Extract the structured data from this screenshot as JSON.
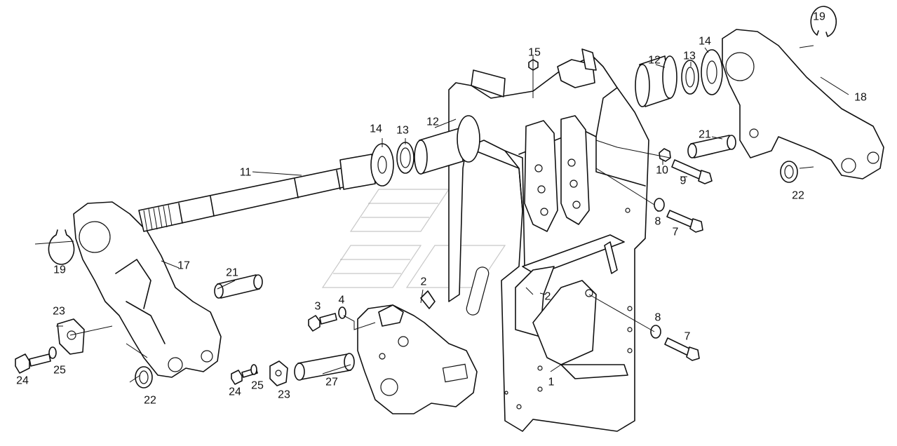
{
  "callouts": [
    {
      "id": "c1",
      "text": "1"
    },
    {
      "id": "c2a",
      "text": "2"
    },
    {
      "id": "c2b",
      "text": "2"
    },
    {
      "id": "c3",
      "text": "3"
    },
    {
      "id": "c4",
      "text": "4"
    },
    {
      "id": "c7a",
      "text": "7"
    },
    {
      "id": "c7b",
      "text": "7"
    },
    {
      "id": "c8a",
      "text": "8"
    },
    {
      "id": "c8b",
      "text": "8"
    },
    {
      "id": "c9",
      "text": "9"
    },
    {
      "id": "c10",
      "text": "10"
    },
    {
      "id": "c11",
      "text": "11"
    },
    {
      "id": "c12a",
      "text": "12"
    },
    {
      "id": "c12b",
      "text": "12"
    },
    {
      "id": "c13a",
      "text": "13"
    },
    {
      "id": "c13b",
      "text": "13"
    },
    {
      "id": "c14a",
      "text": "14"
    },
    {
      "id": "c14b",
      "text": "14"
    },
    {
      "id": "c15",
      "text": "15"
    },
    {
      "id": "c17",
      "text": "17"
    },
    {
      "id": "c18",
      "text": "18"
    },
    {
      "id": "c19a",
      "text": "19"
    },
    {
      "id": "c19b",
      "text": "19"
    },
    {
      "id": "c21a",
      "text": "21"
    },
    {
      "id": "c21b",
      "text": "21"
    },
    {
      "id": "c22a",
      "text": "22"
    },
    {
      "id": "c22b",
      "text": "22"
    },
    {
      "id": "c23a",
      "text": "23"
    },
    {
      "id": "c23b",
      "text": "23"
    },
    {
      "id": "c24a",
      "text": "24"
    },
    {
      "id": "c24b",
      "text": "24"
    },
    {
      "id": "c25a",
      "text": "25"
    },
    {
      "id": "c25b",
      "text": "25"
    },
    {
      "id": "c27",
      "text": "27"
    }
  ]
}
